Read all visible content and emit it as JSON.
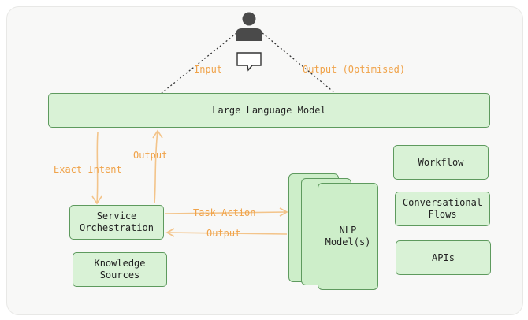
{
  "nodes": {
    "llm": "Large Language Model",
    "service": "Service Orchestration",
    "knowledge": "Knowledge Sources",
    "workflow": "Workflow",
    "conv_flows": "Conversational Flows",
    "apis": "APIs",
    "nlp": "NLP Model(s)"
  },
  "edges": {
    "input": "Input",
    "output_optimised": "Output (Optimised)",
    "exact_intent": "Exact Intent",
    "output_up": "Output",
    "task_action": "Task Action",
    "output_back": "Output"
  },
  "icons": {
    "user": "user-icon",
    "chat": "chat-bubble-icon"
  },
  "colors": {
    "node_fill": "#d9f2d6",
    "node_stroke": "#5e9a5e",
    "edge_label": "#f0a34a",
    "edge_line": "#f3c48a"
  }
}
